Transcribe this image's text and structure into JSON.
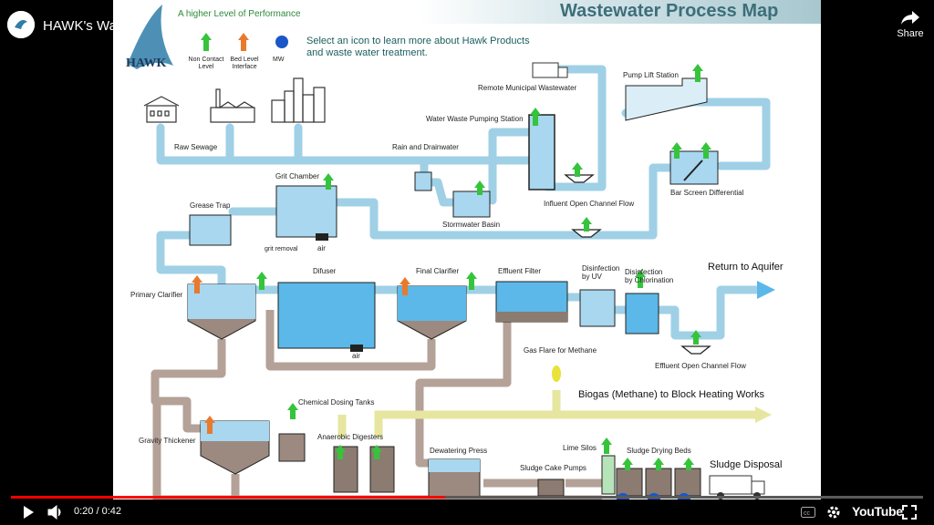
{
  "player": {
    "video_title": "HAWK's Wastewater Process Map",
    "share_label": "Share",
    "time_current": "0:20",
    "time_total": "0:42",
    "time_separator": " / ",
    "progress_fraction": 0.476,
    "brand": "YouTube",
    "colors": {
      "progress": "#ff0000",
      "bar_bg": "#5a5a5a"
    }
  },
  "slide": {
    "title": "Wastewater Process Map",
    "tagline": "A higher Level of Performance",
    "logo_text": "HAWK",
    "instruction_line1": "Select an icon to learn more about Hawk Products",
    "instruction_line2": "and waste water treatment.",
    "legend": [
      {
        "label_line1": "Non Contact",
        "label_line2": "Level",
        "icon": "green-arrow-icon"
      },
      {
        "label_line1": "Bed Level",
        "label_line2": "Interface",
        "icon": "orange-arrow-icon"
      },
      {
        "label_line1": "MW",
        "label_line2": "",
        "icon": "blue-dot-icon"
      }
    ],
    "colors": {
      "pipe": "#9fd0e6",
      "water": "#5bb8e8",
      "sludge": "#a0867a",
      "biogas": "#e6e6a0",
      "title": "#3d6f7a",
      "instruction": "#1b5e5e",
      "green": "#35c43b",
      "orange": "#e87a2e",
      "blue_dot": "#1a56c8"
    },
    "labels": {
      "remote_municipal": "Remote Municipal Wastewater",
      "pump_lift": "Pump Lift Station",
      "water_waste_pumping": "Water Waste Pumping Station",
      "raw_sewage": "Raw Sewage",
      "rain_drain": "Rain and Drainwater",
      "grit_chamber": "Grit Chamber",
      "grease_trap": "Grease Trap",
      "grit_removal": "grit removal",
      "air": "air",
      "stormwater": "Stormwater Basin",
      "influent_flow": "Influent Open Channel Flow",
      "bar_screen": "Bar Screen Differential",
      "primary_clarifier": "Primary Clarifier",
      "difuser": "Difuser",
      "final_clarifier": "Final Clarifier",
      "effluent_filter": "Effluent Filter",
      "disinfection_uv_1": "Disinfection",
      "disinfection_uv_2": "by UV",
      "disinfection_chl_1": "Disinfection",
      "disinfection_chl_2": "by Chlorination",
      "return_aquifer": "Return to Aquifer",
      "effluent_flow": "Effluent Open Channel Flow",
      "gas_flare": "Gas Flare for Methane",
      "biogas": "Biogas (Methane) to Block Heating Works",
      "chemical_dosing": "Chemical Dosing Tanks",
      "gravity_thickener": "Gravity Thickener",
      "anaerobic": "Anaerobic Digesters",
      "dewatering": "Dewatering Press",
      "lime_silos": "Lime Silos",
      "sludge_drying": "Sludge Drying Beds",
      "sludge_cake": "Sludge Cake Pumps",
      "sludge_disposal": "Sludge Disposal"
    }
  }
}
